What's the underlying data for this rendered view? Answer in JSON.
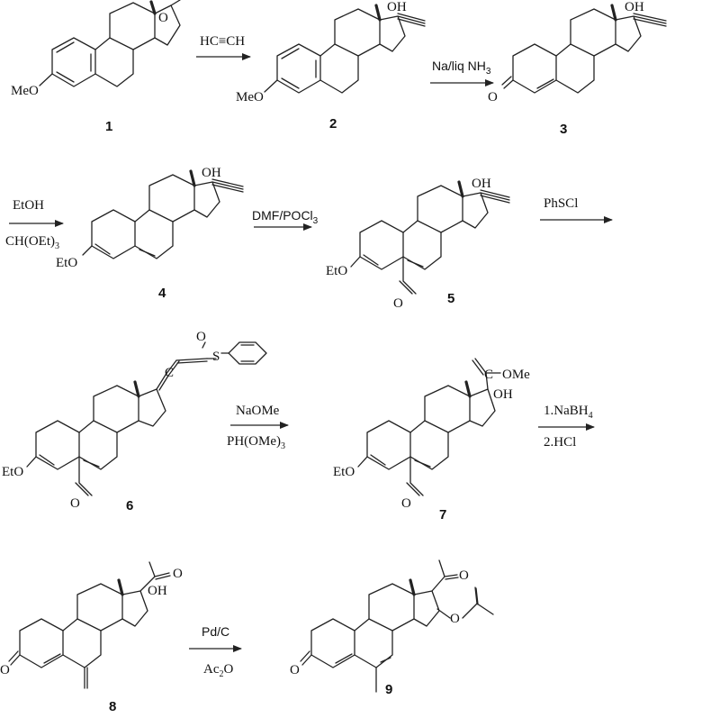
{
  "compounds": [
    {
      "number": "1",
      "substituents": {
        "methoxy": "MeO",
        "ketone": "O"
      }
    },
    {
      "number": "2",
      "substituents": {
        "methoxy": "MeO",
        "hydroxyl": "OH"
      }
    },
    {
      "number": "3",
      "substituents": {
        "ketone": "O",
        "hydroxyl": "OH"
      }
    },
    {
      "number": "4",
      "substituents": {
        "ethoxy": "EtO",
        "hydroxyl": "OH"
      }
    },
    {
      "number": "5",
      "substituents": {
        "ethoxy": "EtO",
        "hydroxyl": "OH",
        "aldehyde": "O"
      }
    },
    {
      "number": "6",
      "substituents": {
        "ethoxy": "EtO",
        "sulfur": "S",
        "oxygen": "O",
        "aldehyde": "O",
        "allene": "C"
      }
    },
    {
      "number": "7",
      "substituents": {
        "ethoxy": "EtO",
        "methoxy": "OMe",
        "hydroxyl": "OH",
        "aldehyde": "O",
        "carbon": "C"
      }
    },
    {
      "number": "8",
      "substituents": {
        "ketone": "O",
        "acetyl_o": "O",
        "hydroxyl": "OH"
      }
    },
    {
      "number": "9",
      "substituents": {
        "ketone": "O",
        "acetyl_o": "O",
        "ester_o": "O"
      }
    }
  ],
  "reagents": {
    "step1": {
      "top": "HC≡CH"
    },
    "step2": {
      "top": "Na/liq NH",
      "top_sub": "3"
    },
    "step3": {
      "top": "EtOH",
      "bottom": "CH(OEt)",
      "bottom_sub": "3"
    },
    "step4": {
      "top": "DMF/POCl",
      "top_sub": "3"
    },
    "step5": {
      "top": "PhSCl"
    },
    "step6": {
      "top": "NaOMe",
      "bottom": "PH(OMe)",
      "bottom_sub": "3"
    },
    "step7": {
      "top": "1.NaBH",
      "top_sub": "4",
      "bottom": "2.HCl"
    },
    "step8": {
      "top": "Pd/C",
      "bottom": "Ac",
      "bottom_sub": "2",
      "bottom_after": "O"
    }
  }
}
